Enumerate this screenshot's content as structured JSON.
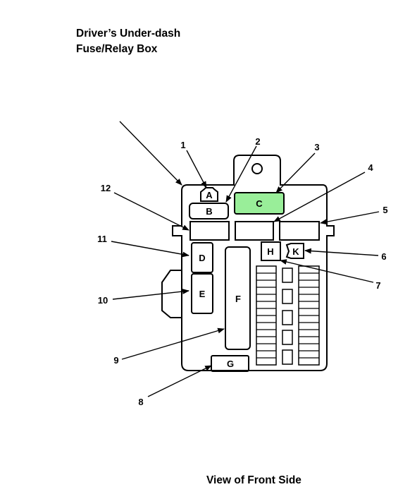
{
  "title": {
    "line1": "Driver’s Under-dash",
    "line2": "Fuse/Relay Box"
  },
  "footer": "View of Front Side",
  "highlight_color": "#99ee99",
  "components": {
    "A": "A",
    "B": "B",
    "C": "C",
    "D": "D",
    "E": "E",
    "F": "F",
    "G": "G",
    "H": "H",
    "K": "K"
  },
  "callouts": [
    "1",
    "2",
    "3",
    "4",
    "5",
    "6",
    "7",
    "8",
    "9",
    "10",
    "11",
    "12"
  ]
}
